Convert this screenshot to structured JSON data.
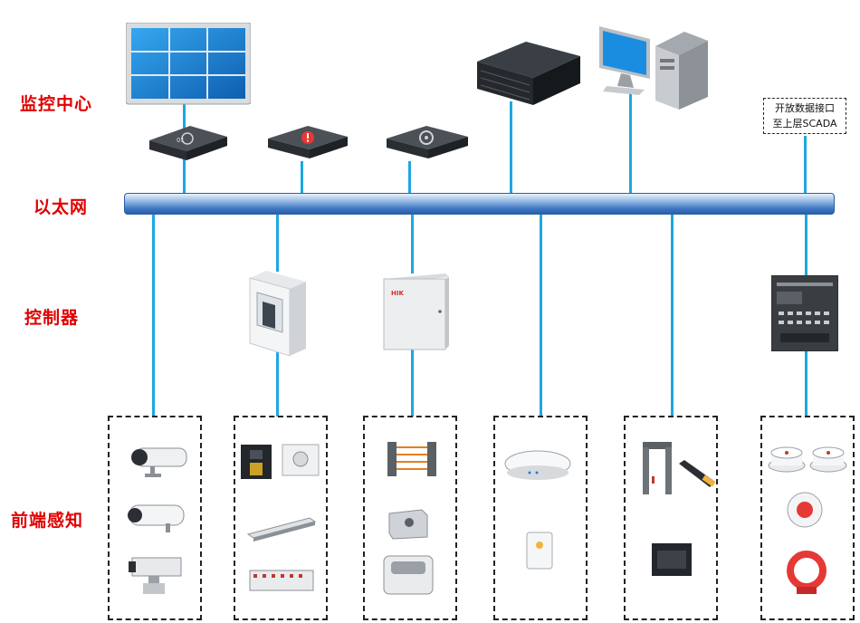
{
  "layers": {
    "monitoring_center": "监控中心",
    "ethernet": "以太网",
    "controller": "控制器",
    "front_sensing": "前端感知"
  },
  "scada_box": {
    "line1": "开放数据接口",
    "line2": "至上层SCADA"
  },
  "device_badges": {
    "controller_brand": "HIK"
  },
  "colors": {
    "label_red": "#e00000",
    "connector_blue": "#1ea7e0",
    "bus_blue": "#3d76c2"
  }
}
